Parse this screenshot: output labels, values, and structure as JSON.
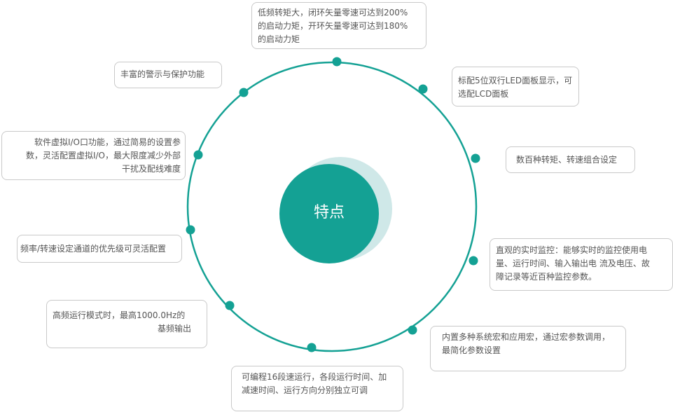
{
  "center": {
    "label": "特点"
  },
  "colors": {
    "accent": "#14a194",
    "light": "#cfe8e8"
  },
  "features": [
    {
      "lines": [
        "低频转矩大，闭环矢量零速可达到200%",
        "的启动力矩，开环矢量零速可达到180%",
        "的启动力矩"
      ]
    },
    {
      "lines": [
        "标配5位双行LED面板显示，可",
        "选配LCD面板"
      ]
    },
    {
      "lines": [
        "数百种转矩、转速组合设定"
      ]
    },
    {
      "lines": [
        "直观的实时监控：能够实时的监控使用电",
        "量、运行时间、输入输出电 流及电压、故",
        "障记录等近百种监控参数。"
      ]
    },
    {
      "lines": [
        "内置多种系统宏和应用宏，通过宏参数调用，",
        "最简化参数设置"
      ]
    },
    {
      "lines": [
        "可编程16段速运行，各段运行时间、加",
        "减速时间、运行方向分别独立可调"
      ]
    },
    {
      "lines": [
        "高频运行模式时，最高1000.0Hz的",
        "基频输出"
      ]
    },
    {
      "lines": [
        "频率/转速设定通道的优先级可灵活配置"
      ]
    },
    {
      "lines": [
        "软件虚拟I/O口功能，通过简易的设置参",
        "数，灵活配置虚拟I/O，最大限度减少外部",
        "干扰及配线难度"
      ]
    },
    {
      "lines": [
        "丰富的警示与保护功能"
      ]
    }
  ]
}
